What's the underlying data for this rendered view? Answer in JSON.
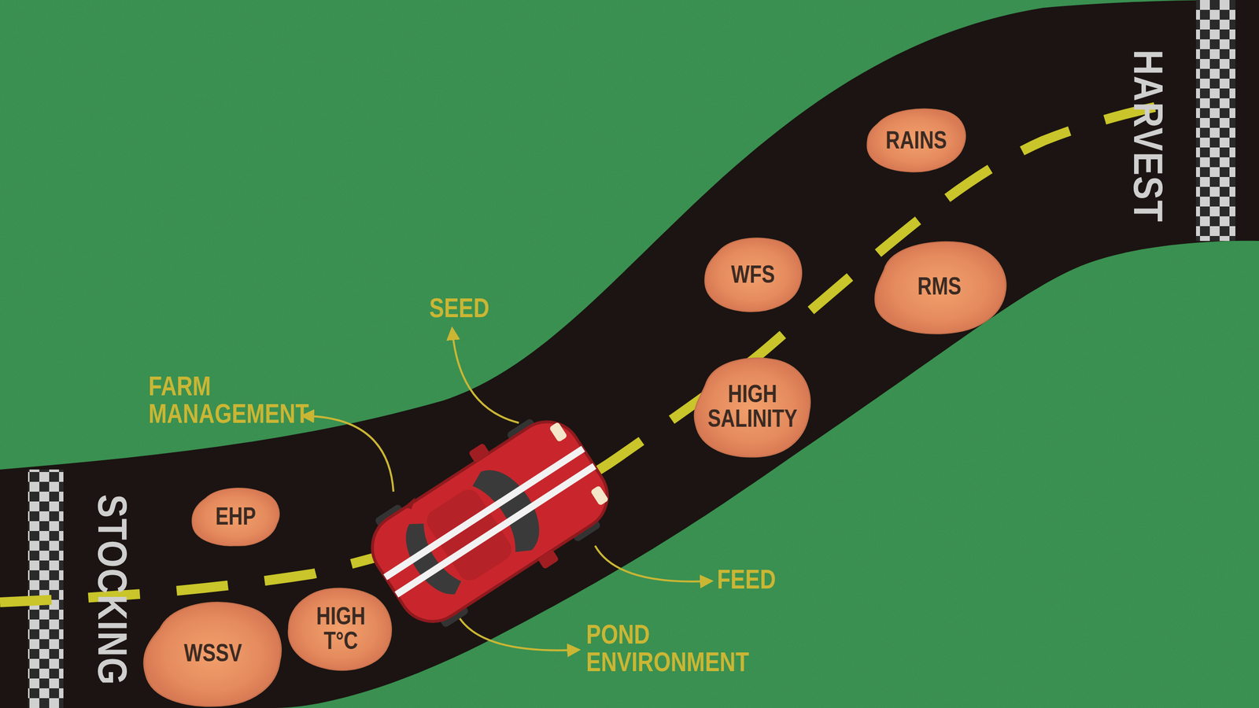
{
  "diagram": {
    "nodes": [
      {
        "text": [
          "EHP"
        ]
      },
      {
        "text": [
          "WSSV"
        ]
      },
      {
        "text": [
          "HIGH T°C"
        ]
      },
      {
        "text": [
          "HIGH SALINITY"
        ]
      },
      {
        "text": [
          "WFS"
        ]
      },
      {
        "text": [
          "RMS"
        ]
      },
      {
        "text": [
          "RAINS"
        ]
      }
    ],
    "edges": [],
    "labels": [
      "STOCKING",
      "FARM MANAGEMENT",
      "SEED",
      "POND ENVIRONMENT",
      "FEED",
      "HARVEST"
    ]
  }
}
